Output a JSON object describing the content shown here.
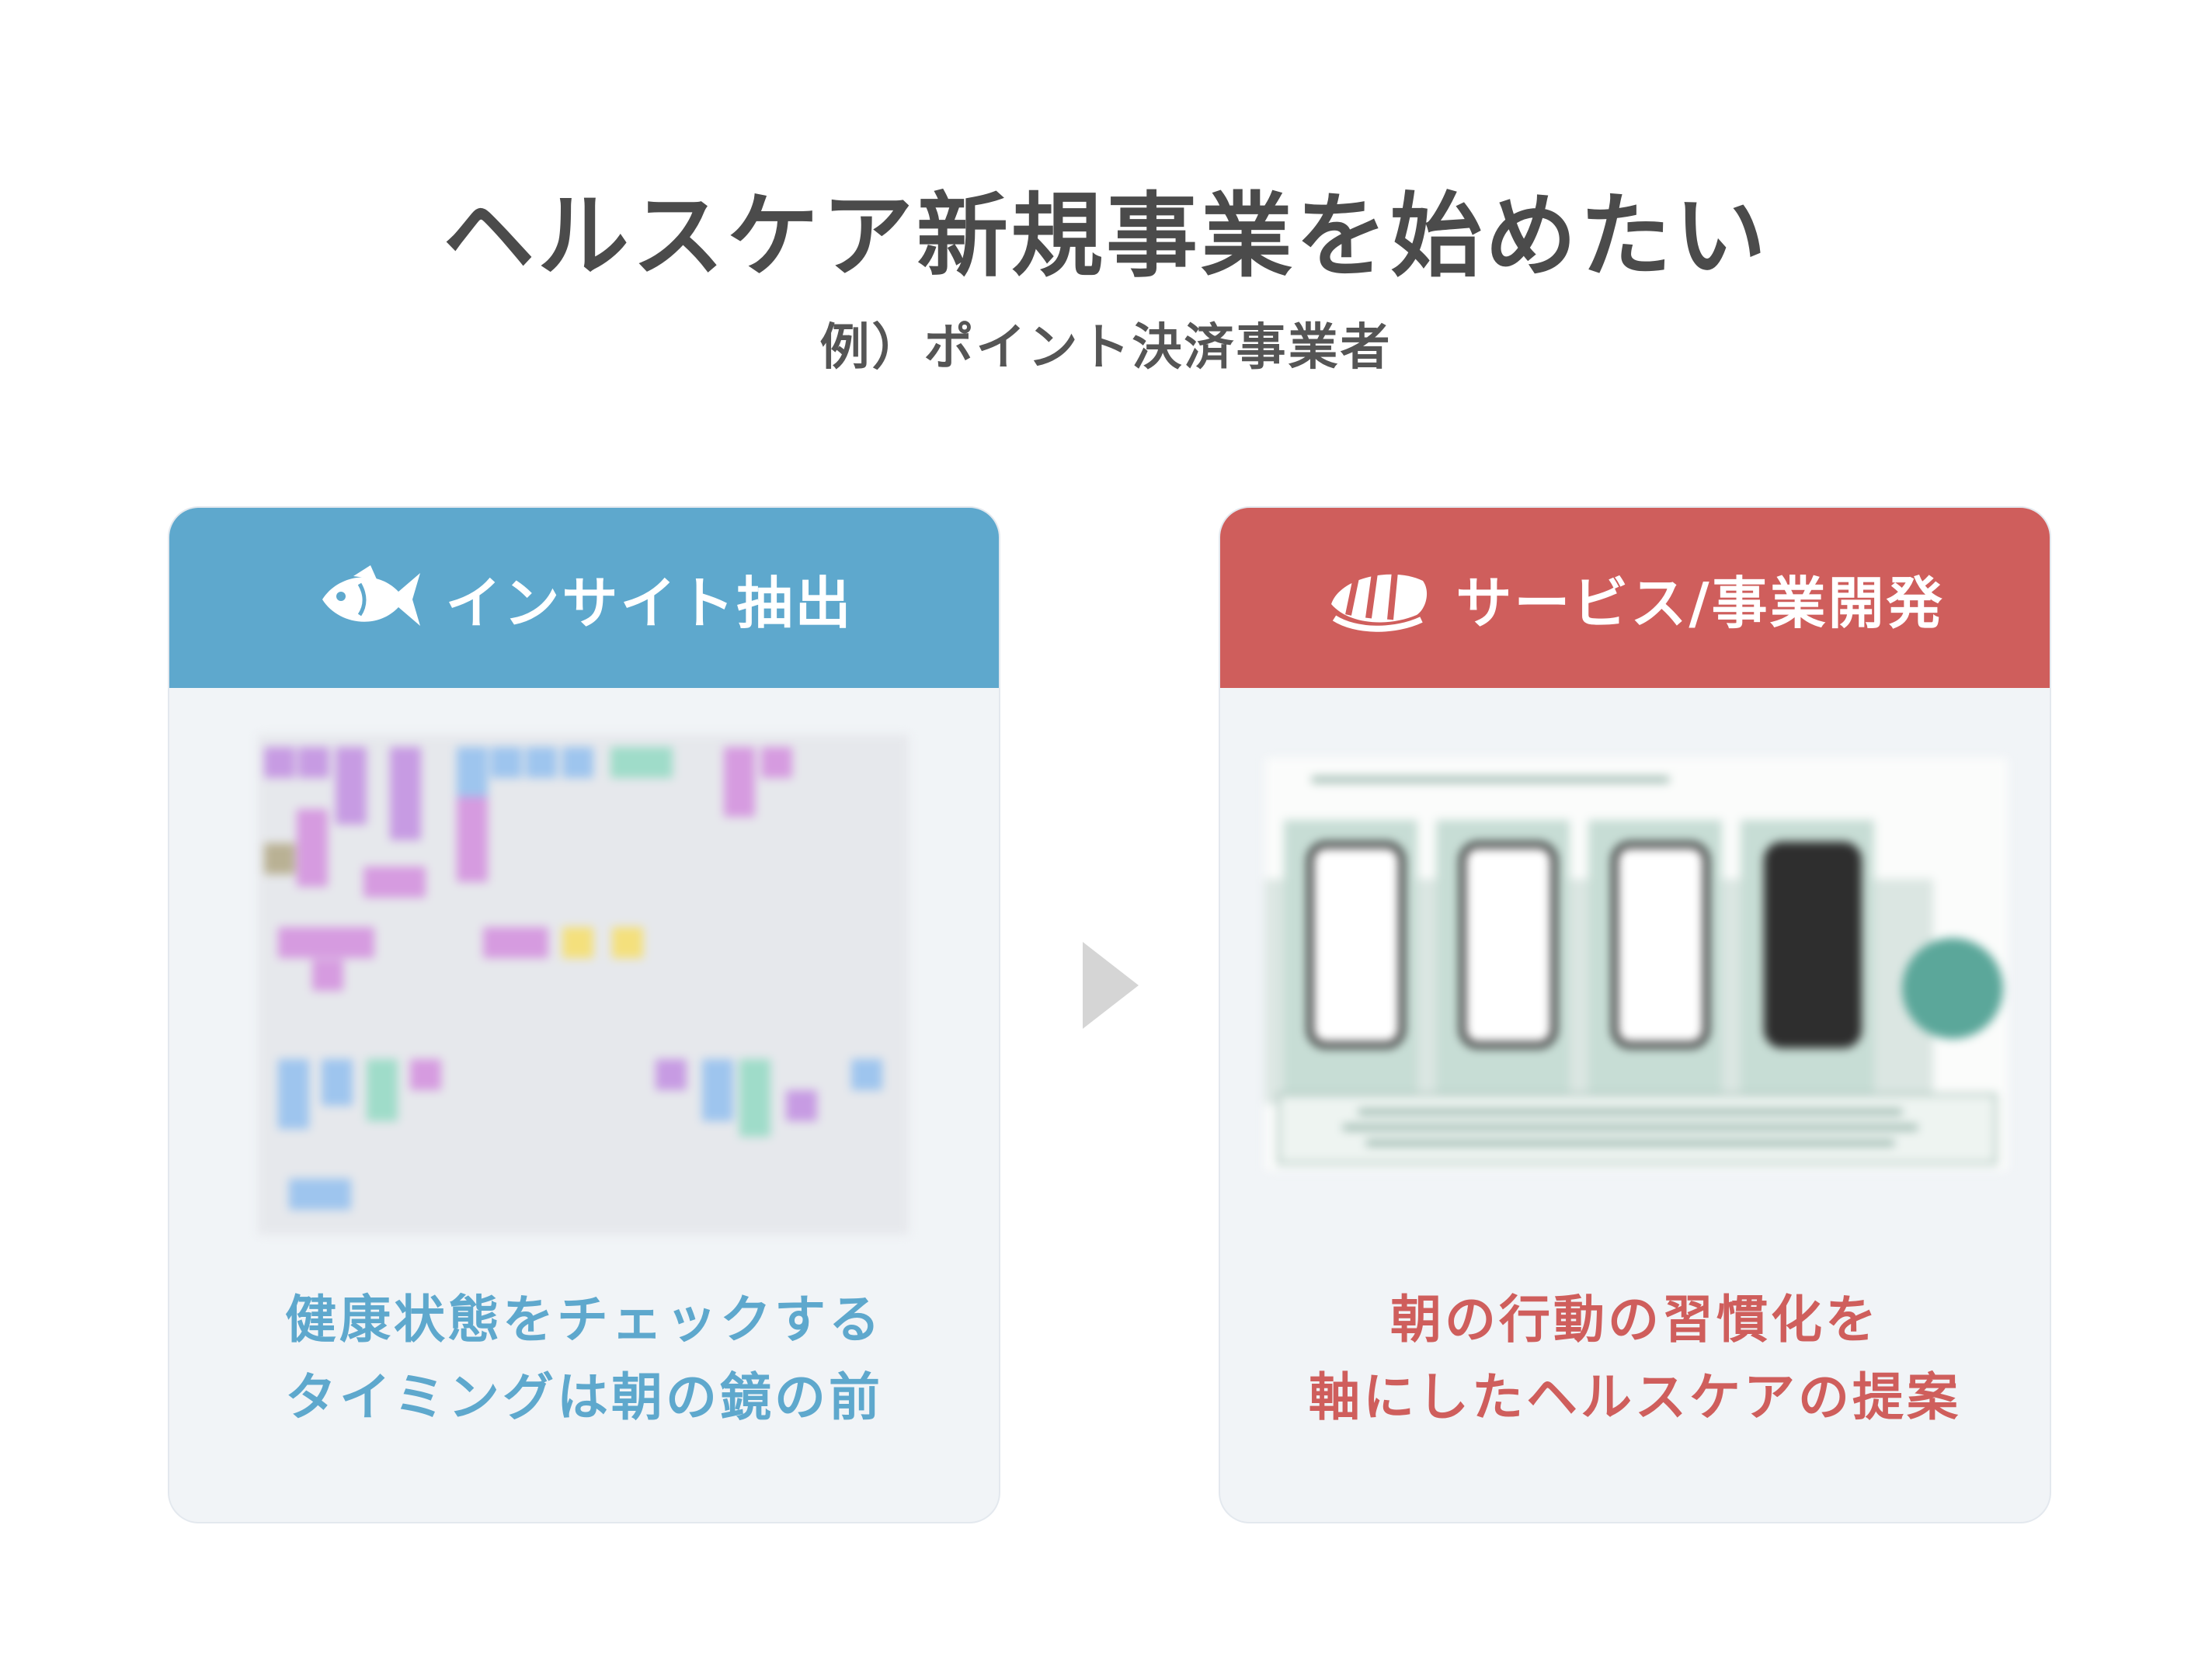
{
  "title": "ヘルスケア新規事業を始めたい",
  "subtitle": "例）ポイント決済事業者",
  "colors": {
    "title_text": "#4b4b4b",
    "insight_accent": "#5ea8cd",
    "service_accent": "#cf5e5c",
    "card_background": "#f1f4f7",
    "arrow": "#d5d5d5"
  },
  "cards": [
    {
      "heading": "インサイト抽出",
      "icon": "fish-icon",
      "caption_line1": "健康状態をチェックする",
      "caption_line2": "タイミングは朝の鏡の前"
    },
    {
      "heading": "サービス/事業開発",
      "icon": "sushi-icon",
      "caption_line1": "朝の行動の習慣化を",
      "caption_line2": "軸にしたヘルスケアの提案"
    }
  ]
}
